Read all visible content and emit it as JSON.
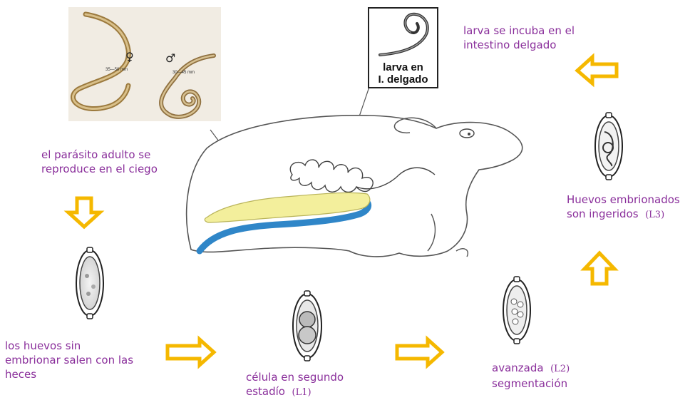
{
  "diagram": {
    "labels": {
      "adult_line1": "el parásito adulto se",
      "adult_line2": "reproduce en el ciego",
      "unembryonated_line1": "los huevos sin",
      "unembryonated_line2": "embrionar salen con las",
      "unembryonated_line3": "heces",
      "second_stage_line1": "célula en segundo",
      "second_stage_line2_text": "estadío",
      "second_stage_line2_code": "(L1)",
      "advanced_line1_text": "avanzada",
      "advanced_line1_code": "(L2)",
      "advanced_line2": "segmentación",
      "embryonated_line1": "Huevos embrionados",
      "embryonated_line2_text": "son ingeridos",
      "embryonated_line2_code": "(L3)",
      "larva_hatch_line1": "larva  se incuba en el",
      "larva_hatch_line2": "intestino delgado"
    },
    "larva_box": {
      "line1": "larva en",
      "line2": "I. delgado"
    },
    "worm_sizes": {
      "female": "35—50 mm",
      "male": "30—45 mm"
    },
    "sex_symbols": {
      "female": "♀",
      "male": "♂"
    },
    "colors": {
      "label_text": "#8a2f9b",
      "arrow_orange": "#f5b800",
      "intestine_yellow": "#f3ef9c",
      "intestine_blue": "#2f86c8",
      "outline": "#444444"
    },
    "icons": [
      "arrow-down-icon",
      "arrow-right-icon",
      "arrow-up-icon",
      "arrow-left-icon",
      "egg-icon",
      "host-animal-icon",
      "worm-icon"
    ]
  }
}
